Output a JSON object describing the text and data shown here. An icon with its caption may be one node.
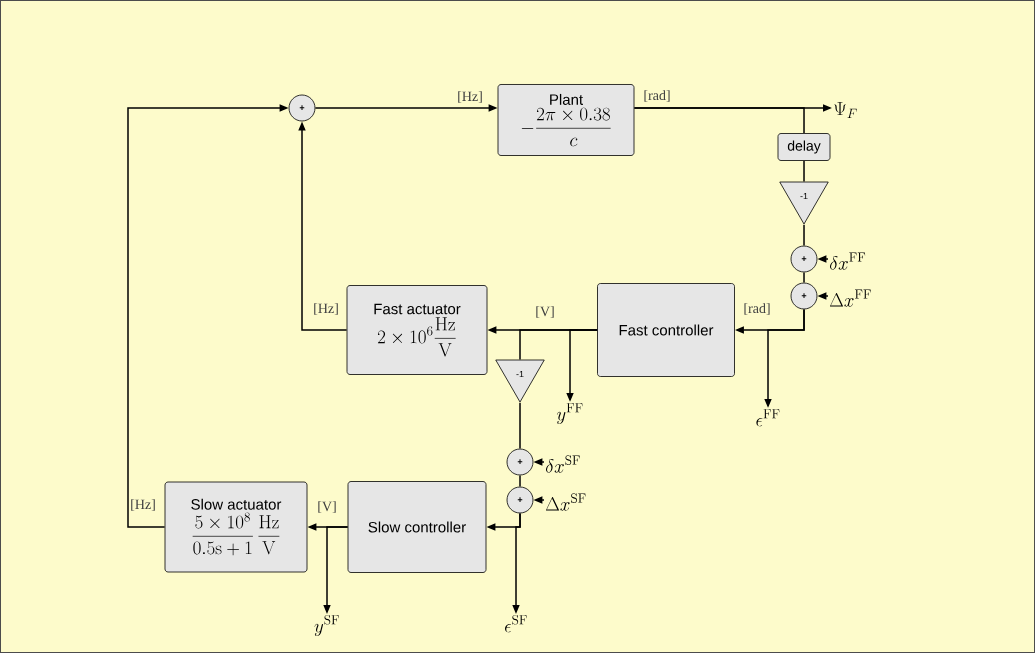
{
  "diagram": {
    "nodes": [
      {
        "text": [
          "+"
        ]
      },
      {
        "text": [
          "Plant",
          "-\\frac{2\\pi \\times 0.38}{c}"
        ]
      },
      {
        "text": [
          "\\Psi_F"
        ]
      },
      {
        "text": [
          "delay"
        ]
      },
      {
        "text": [
          "-1"
        ]
      },
      {
        "text": [
          "+"
        ]
      },
      {
        "text": [
          "\\delta x^{\\mathrm{FF}}"
        ]
      },
      {
        "text": [
          "+"
        ]
      },
      {
        "text": [
          "\\Delta x^{\\mathrm{FF}}"
        ]
      },
      {
        "text": [
          "Fast controller"
        ]
      },
      {
        "text": [
          "\\epsilon^{\\mathrm{FF}}"
        ]
      },
      {
        "text": [
          "Fast actuator",
          "2 \\times 10^6 \\frac{\\mathrm{Hz}}{\\mathrm{V}}"
        ]
      },
      {
        "text": [
          "-1"
        ]
      },
      {
        "text": [
          "y^{\\mathrm{FF}}"
        ]
      },
      {
        "text": [
          "+"
        ]
      },
      {
        "text": [
          "\\delta x^{\\mathrm{SF}}"
        ]
      },
      {
        "text": [
          "+"
        ]
      },
      {
        "text": [
          "\\Delta x^{\\mathrm{SF}}"
        ]
      },
      {
        "text": [
          "Slow controller"
        ]
      },
      {
        "text": [
          "\\epsilon^{\\mathrm{SF}}"
        ]
      },
      {
        "text": [
          "Slow actuator",
          "\\frac{5 \\times 10^8}{0.5\\mathrm{s} + 1} \\, \\frac{\\mathrm{Hz}}{\\mathrm{V}}"
        ]
      },
      {
        "text": [
          "y^{\\mathrm{SF}}"
        ]
      }
    ],
    "edges": [
      {
        "from": 0,
        "to": 1,
        "arrow": "to",
        "label": "[Hz]"
      },
      {
        "from": 1,
        "to": 2,
        "arrow": "to",
        "label": "[rad]"
      },
      {
        "from": 1,
        "to": 3,
        "arrow": "none"
      },
      {
        "from": 3,
        "to": 4,
        "arrow": "none"
      },
      {
        "from": 4,
        "to": 5,
        "arrow": "none"
      },
      {
        "from": 6,
        "to": 5,
        "arrow": "to"
      },
      {
        "from": 5,
        "to": 7,
        "arrow": "none"
      },
      {
        "from": 8,
        "to": 7,
        "arrow": "to"
      },
      {
        "from": 7,
        "to": 9,
        "arrow": "to",
        "label": "[rad]"
      },
      {
        "from": 7,
        "to": 10,
        "arrow": "to"
      },
      {
        "from": 9,
        "to": 11,
        "arrow": "to",
        "label": "[V]"
      },
      {
        "from": 9,
        "to": 13,
        "arrow": "to"
      },
      {
        "from": 9,
        "to": 12,
        "arrow": "none"
      },
      {
        "from": 11,
        "to": 0,
        "arrow": "to",
        "label": "[Hz]"
      },
      {
        "from": 12,
        "to": 14,
        "arrow": "none"
      },
      {
        "from": 15,
        "to": 14,
        "arrow": "to"
      },
      {
        "from": 14,
        "to": 16,
        "arrow": "none"
      },
      {
        "from": 17,
        "to": 16,
        "arrow": "to"
      },
      {
        "from": 16,
        "to": 18,
        "arrow": "to"
      },
      {
        "from": 16,
        "to": 19,
        "arrow": "to"
      },
      {
        "from": 18,
        "to": 20,
        "arrow": "to",
        "label": "[V]"
      },
      {
        "from": 18,
        "to": 21,
        "arrow": "to"
      },
      {
        "from": 20,
        "to": 0,
        "arrow": "to",
        "label": "[Hz]"
      }
    ]
  }
}
